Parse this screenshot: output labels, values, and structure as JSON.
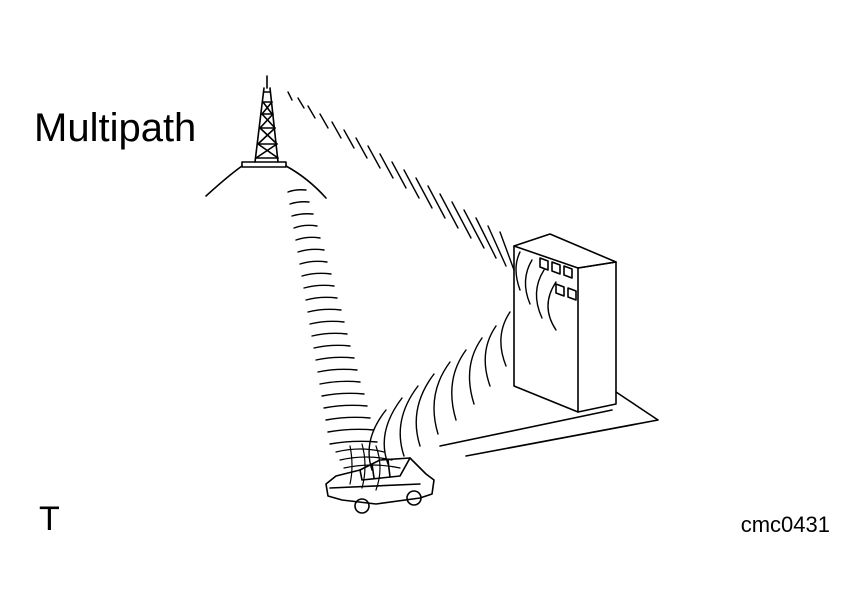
{
  "diagram": {
    "title": "Multipath",
    "corner_mark": "T",
    "figure_code": "cmc0431",
    "elements": [
      "transmission-tower",
      "direct-signal-waves",
      "building",
      "reflected-signal-waves",
      "car"
    ]
  },
  "colors": {
    "ink": "#000000",
    "background": "#ffffff"
  }
}
